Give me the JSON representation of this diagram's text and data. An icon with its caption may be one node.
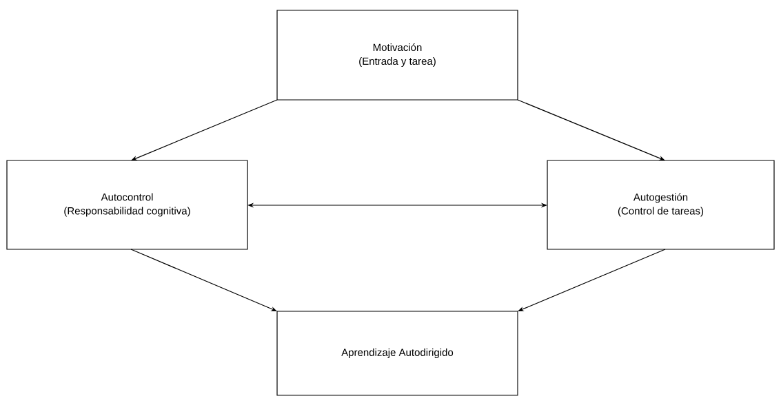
{
  "diagram": {
    "nodes": [
      {
        "text": [
          "Motivación",
          "(Entrada y tarea)"
        ]
      },
      {
        "text": [
          "Autocontrol",
          "(Responsabilidad cognitiva)"
        ]
      },
      {
        "text": [
          "Autogestión",
          "(Control de tareas)"
        ]
      },
      {
        "text": [
          "Aprendizaje Autodirigido"
        ]
      }
    ],
    "edges": [
      {
        "from": 0,
        "to": 1,
        "arrow": "to"
      },
      {
        "from": 0,
        "to": 2,
        "arrow": "to"
      },
      {
        "from": 1,
        "to": 2,
        "arrow": "both"
      },
      {
        "from": 1,
        "to": 3,
        "arrow": "to"
      },
      {
        "from": 2,
        "to": 3,
        "arrow": "to"
      }
    ]
  }
}
